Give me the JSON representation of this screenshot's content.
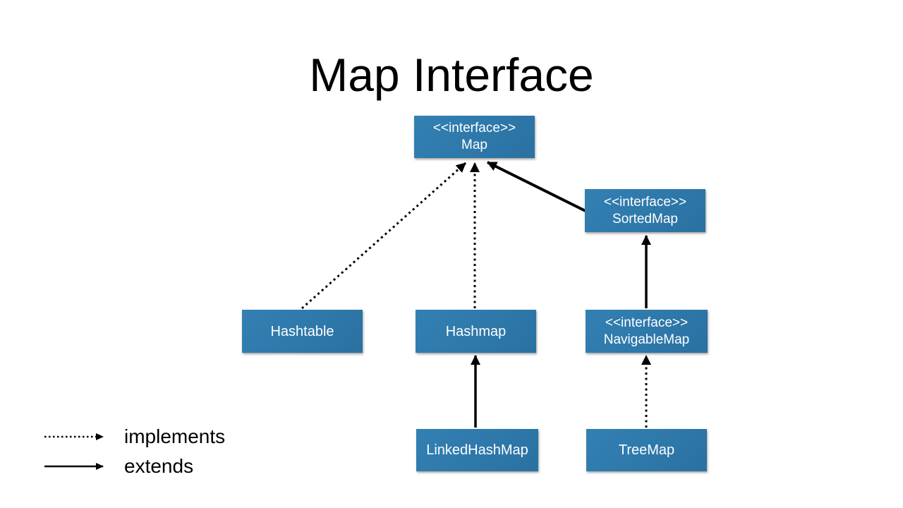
{
  "title": "Map Interface",
  "colors": {
    "box_fill": "#2E78AA",
    "box_text": "#FFFFFF",
    "background": "#FFFFFF",
    "arrow": "#000000"
  },
  "nodes": {
    "map": {
      "stereotype": "<<interface>>",
      "name": "Map"
    },
    "sortedmap": {
      "stereotype": "<<interface>>",
      "name": "SortedMap"
    },
    "hashtable": {
      "name": "Hashtable"
    },
    "hashmap": {
      "name": "Hashmap"
    },
    "navigablemap": {
      "stereotype": "<<interface>>",
      "name": "NavigableMap"
    },
    "linkedhashmap": {
      "name": "LinkedHashMap"
    },
    "treemap": {
      "name": "TreeMap"
    }
  },
  "relationships": [
    {
      "from": "Hashtable",
      "to": "Map",
      "type": "implements"
    },
    {
      "from": "Hashmap",
      "to": "Map",
      "type": "implements"
    },
    {
      "from": "SortedMap",
      "to": "Map",
      "type": "extends"
    },
    {
      "from": "NavigableMap",
      "to": "SortedMap",
      "type": "extends"
    },
    {
      "from": "LinkedHashMap",
      "to": "Hashmap",
      "type": "extends"
    },
    {
      "from": "TreeMap",
      "to": "NavigableMap",
      "type": "implements"
    }
  ],
  "legend": {
    "implements_label": "implements",
    "extends_label": "extends"
  }
}
